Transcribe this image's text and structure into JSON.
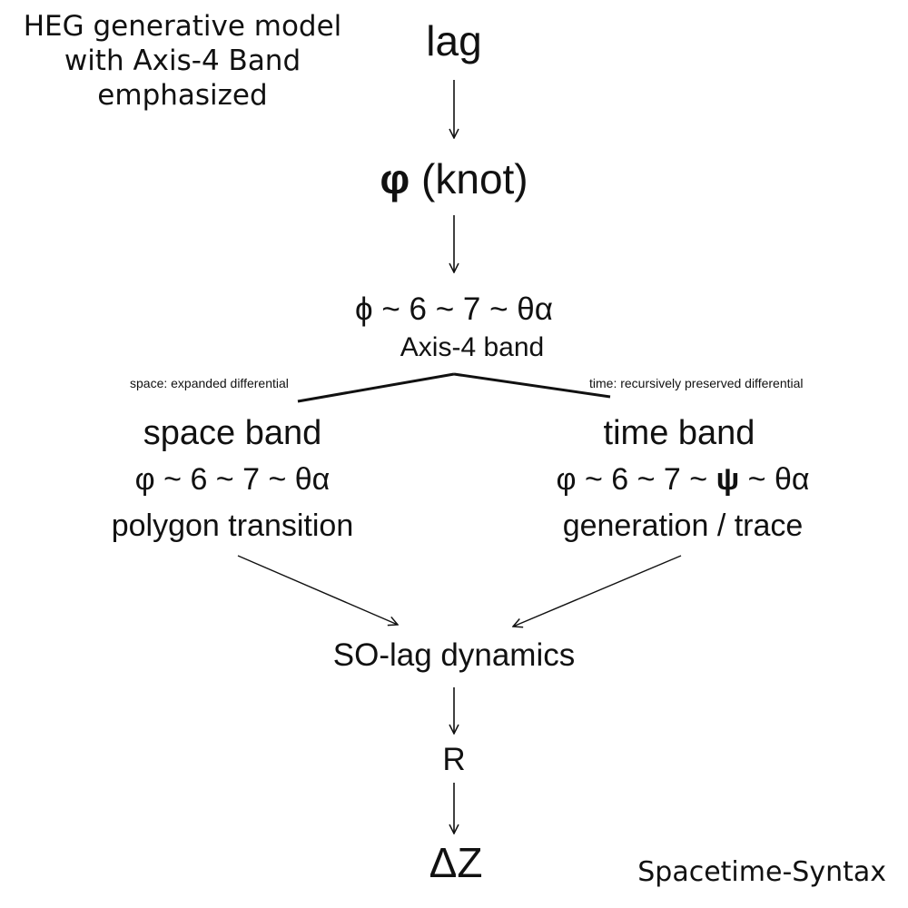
{
  "caption": {
    "line1": "HEG generative model",
    "line2": "with Axis-4 Band",
    "line3": "emphasized"
  },
  "nodes": {
    "lag": "lag",
    "phi_symbol": "φ",
    "phi_rest": " (knot)",
    "axis_formula": "ϕ ~ 6 ~ 7 ~ θα",
    "axis_label": "Axis-4 band",
    "so_lag": "SO-lag dynamics",
    "r": "R",
    "delta_z": "ΔZ"
  },
  "branches": {
    "space_note": "space: expanded differential",
    "time_note": "time: recursively preserved differential"
  },
  "space_band": {
    "title": "space band",
    "formula": "φ ~ 6 ~ 7 ~ θα",
    "desc": "polygon transition"
  },
  "time_band": {
    "title": "time band",
    "formula_a": "φ ~ 6 ~ 7 ~ ",
    "formula_psi": "ψ",
    "formula_b": " ~ θα",
    "desc": "generation / trace"
  },
  "footer": "Spacetime-Syntax",
  "colors": {
    "ink": "#111111",
    "background": "#ffffff"
  }
}
